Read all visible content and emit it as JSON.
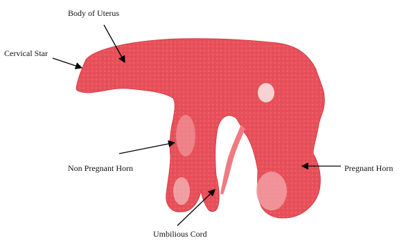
{
  "labels": {
    "body_of_uterus": "Body of Uterus",
    "cervical_star": "Cervical Star",
    "non_pregnant_horn": "Non Pregnant Horn",
    "pregnant_horn": "Pregnant Horn",
    "umbilious_cord": "Umbilious Cord"
  },
  "colors": {
    "tissue": "#e8505a",
    "tissue_dark": "#cf3f49",
    "tissue_light": "#f3a2a6",
    "tissue_pale": "#f7d2d2",
    "arrow": "#000000",
    "background": "#ffffff"
  }
}
